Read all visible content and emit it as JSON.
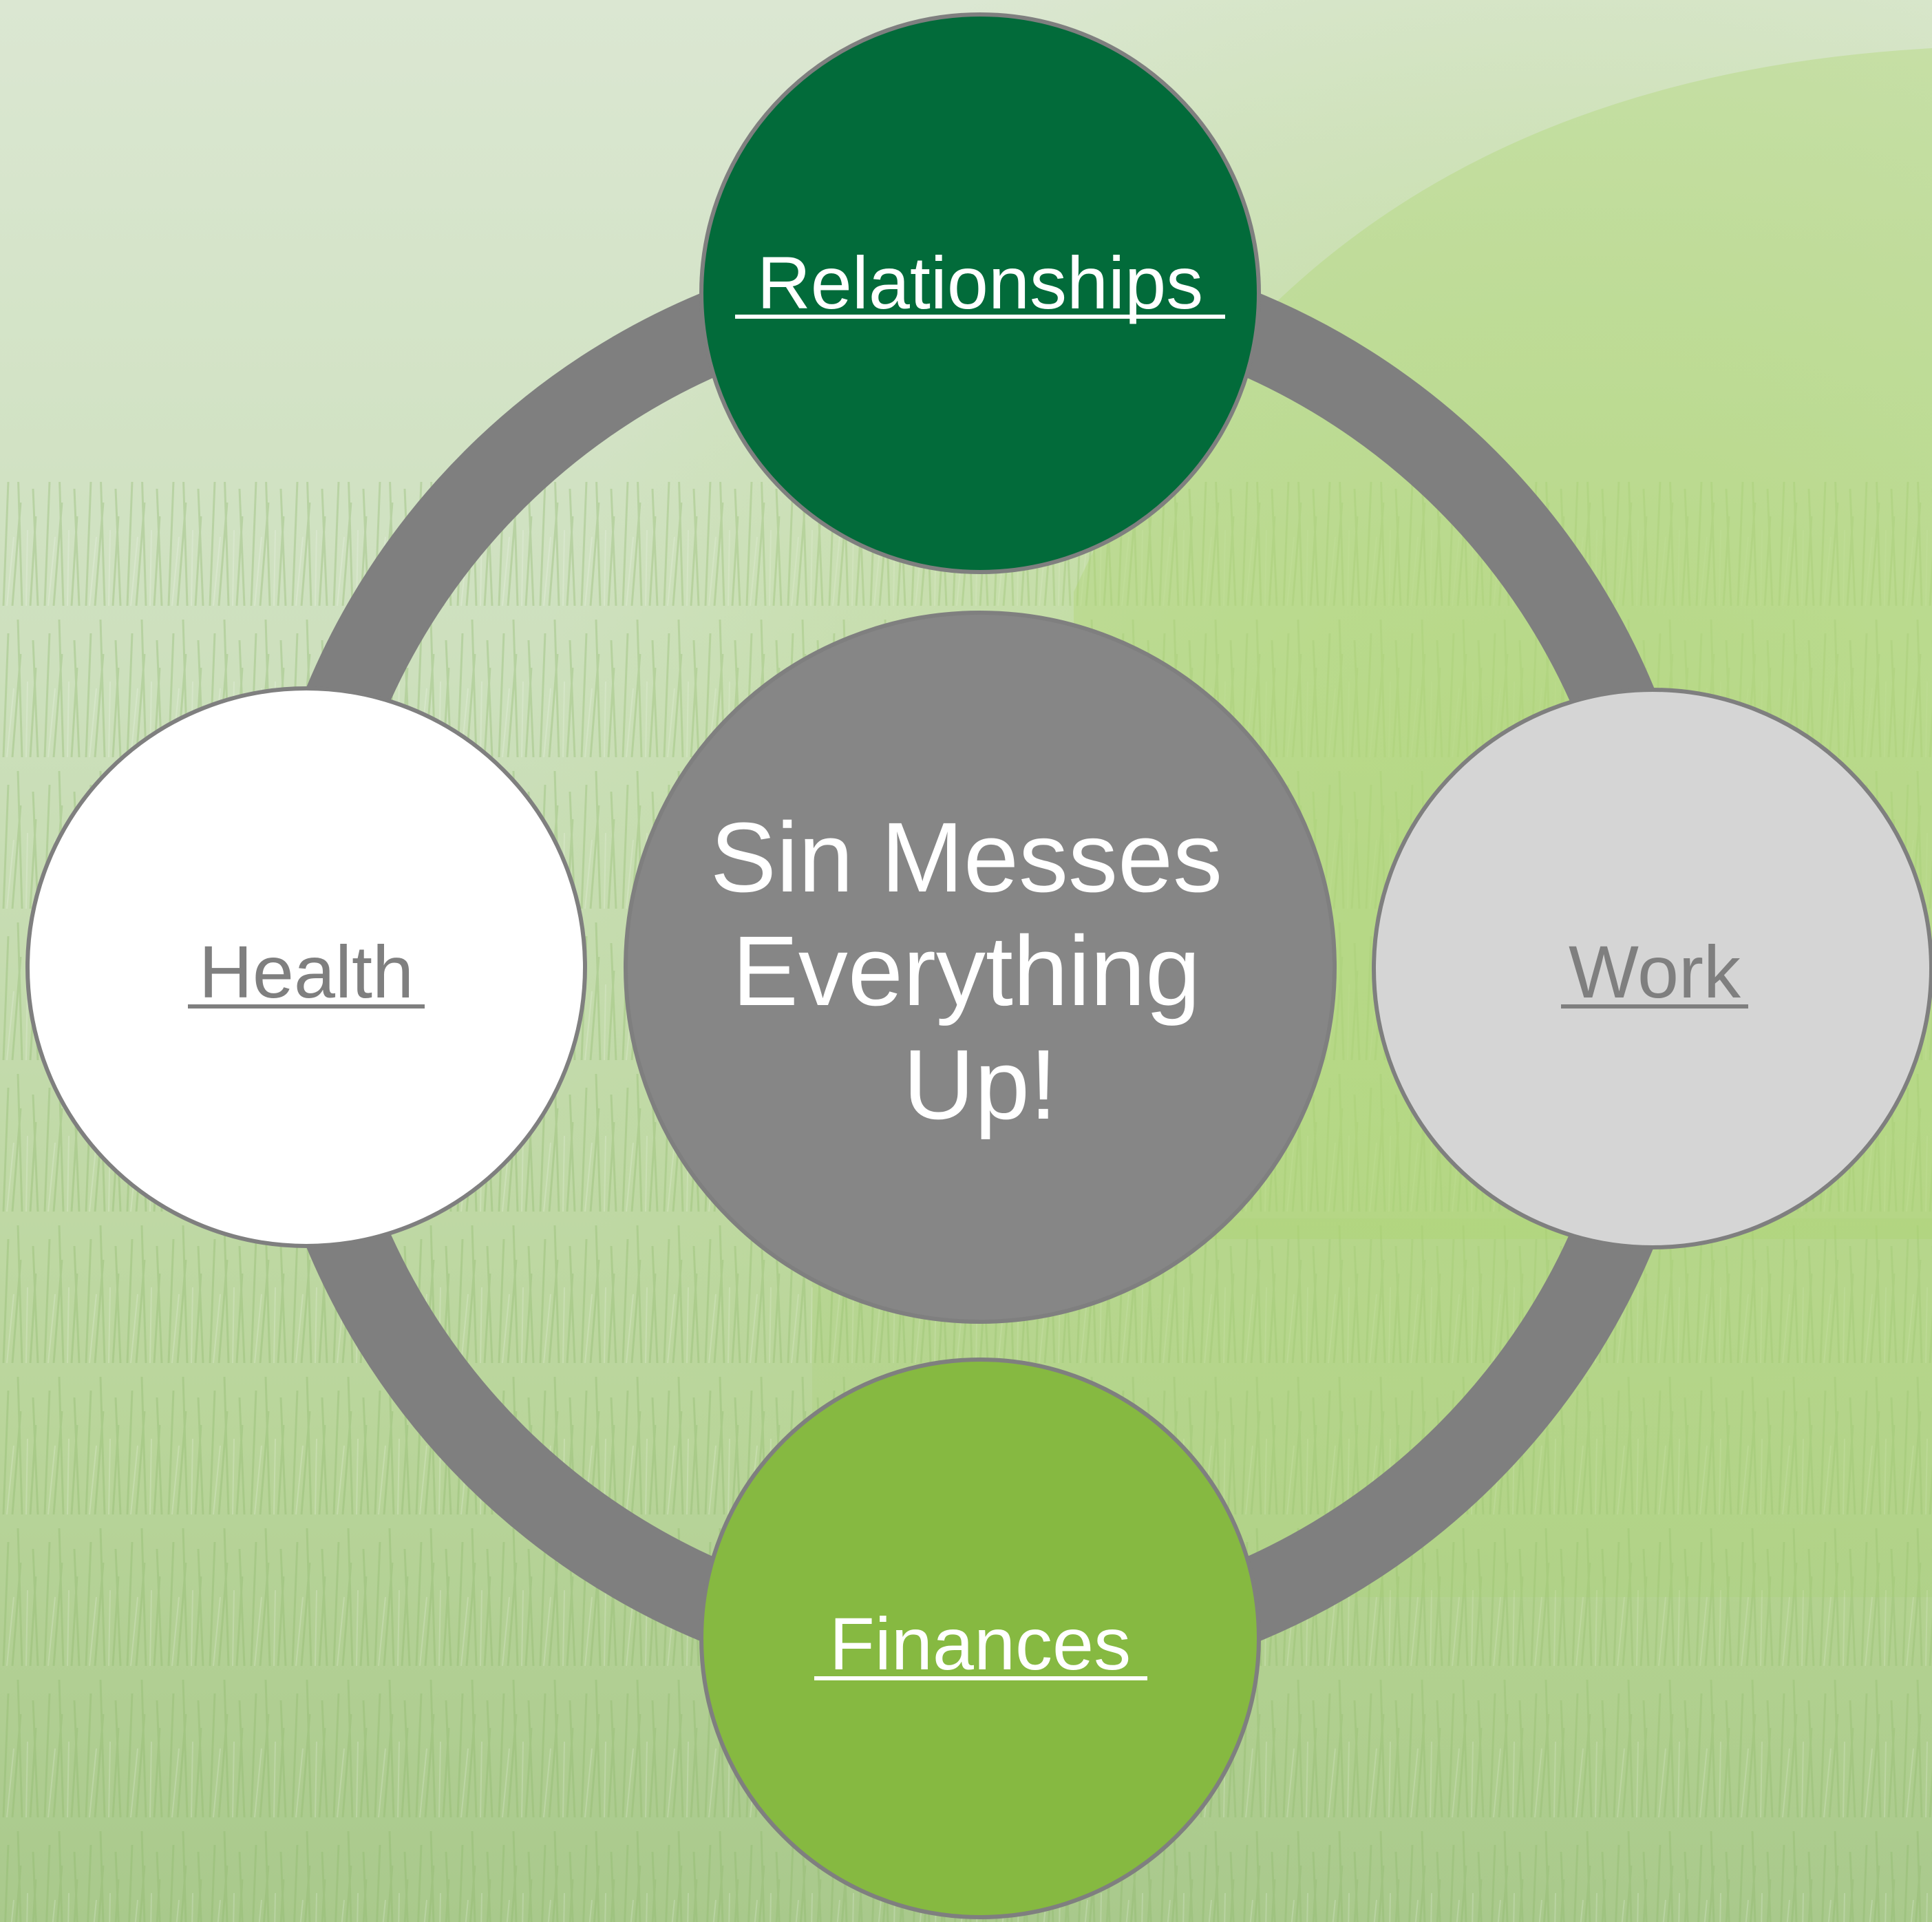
{
  "diagram": {
    "center": {
      "lines": [
        "Sin Messes",
        "Everything",
        "Up!"
      ],
      "fill": "#868686",
      "text_color": "#ffffff"
    },
    "nodes": [
      {
        "id": "relationships",
        "label": "Relationships",
        "fill": "#026b3a",
        "text_color": "#ffffff"
      },
      {
        "id": "work",
        "label": "Work",
        "fill": "#d5d5d5",
        "text_color": "#7f7f7f"
      },
      {
        "id": "finances",
        "label": "Finances",
        "fill": "#86b941",
        "text_color": "#ffffff"
      },
      {
        "id": "health",
        "label": "Health",
        "fill": "#ffffff",
        "text_color": "#7f7f7f"
      }
    ],
    "ring_color": "#7f7f7f",
    "outline_color": "#7f7f7f"
  },
  "background": {
    "base_color": "#c8dcb0",
    "accent_color": "#9ccc5a"
  }
}
